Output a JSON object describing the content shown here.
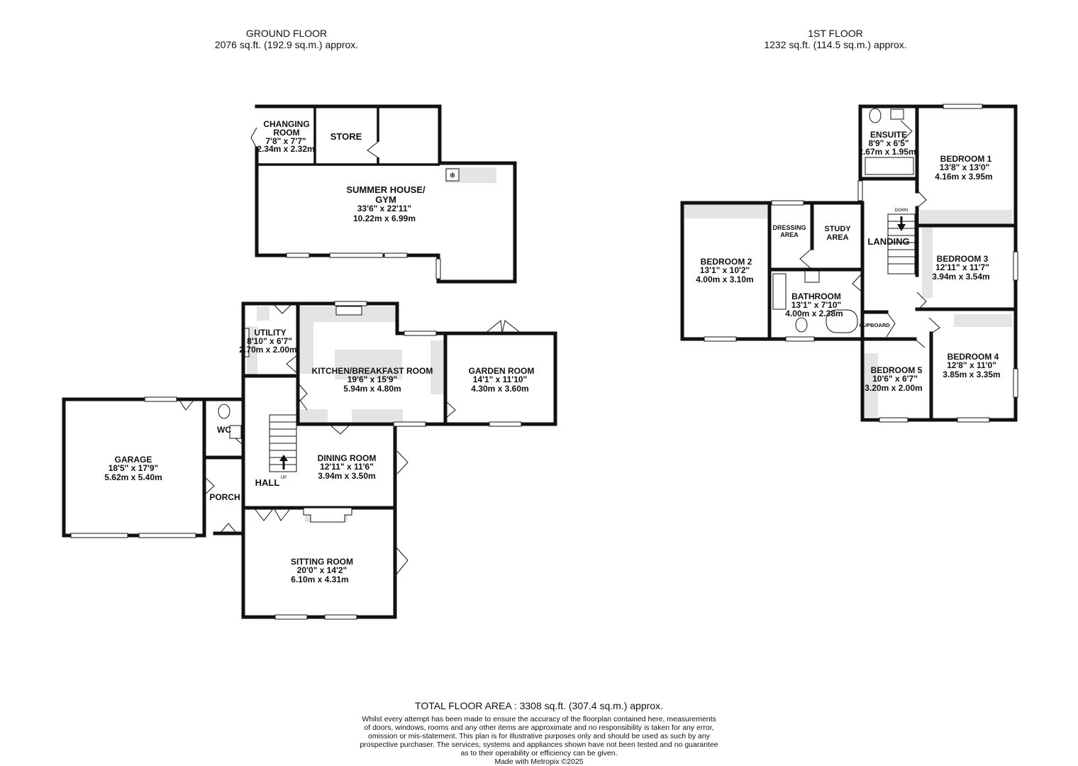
{
  "ground": {
    "title": "GROUND FLOOR",
    "area": "2076 sq.ft. (192.9 sq.m.) approx.",
    "rooms": [
      {
        "name": "CHANGING",
        "name2": "ROOM",
        "imperial": "7'8\"  x 7'7\"",
        "metric": "2.34m  x 2.32m"
      },
      {
        "name": "STORE"
      },
      {
        "name": "SUMMER HOUSE/",
        "name2": "GYM",
        "imperial": "33'6\"  x 22'11\"",
        "metric": "10.22m  x 6.99m"
      },
      {
        "name": "UTILITY",
        "imperial": "8'10\"  x 6'7\"",
        "metric": "2.70m  x 2.00m"
      },
      {
        "name": "KITCHEN/BREAKFAST ROOM",
        "imperial": "19'6\"  x 15'9\"",
        "metric": "5.94m  x 4.80m"
      },
      {
        "name": "GARDEN ROOM",
        "imperial": "14'1\"  x 11'10\"",
        "metric": "4.30m  x 3.60m"
      },
      {
        "name": "WC"
      },
      {
        "name": "GARAGE",
        "imperial": "18'5\"  x 17'9\"",
        "metric": "5.62m  x 5.40m"
      },
      {
        "name": "DINING ROOM",
        "imperial": "12'11\"  x 11'6\"",
        "metric": "3.94m  x 3.50m"
      },
      {
        "name": "HALL"
      },
      {
        "name": "PORCH"
      },
      {
        "name": "SITTING ROOM",
        "imperial": "20'0\"  x 14'2\"",
        "metric": "6.10m  x 4.31m"
      }
    ],
    "stair_label": "UP"
  },
  "first": {
    "title": "1ST FLOOR",
    "area": "1232 sq.ft. (114.5 sq.m.) approx.",
    "rooms": [
      {
        "name": "ENSUITE",
        "imperial": "8'9\"  x 6'5\"",
        "metric": "2.67m  x 1.95m"
      },
      {
        "name": "BEDROOM 1",
        "imperial": "13'8\"  x 13'0\"",
        "metric": "4.16m  x 3.95m"
      },
      {
        "name": "BEDROOM 2",
        "imperial": "13'1\"  x 10'2\"",
        "metric": "4.00m  x 3.10m"
      },
      {
        "name": "DRESSING",
        "name2": "AREA"
      },
      {
        "name": "STUDY",
        "name2": "AREA"
      },
      {
        "name": "LANDING"
      },
      {
        "name": "BEDROOM 3",
        "imperial": "12'11\"  x 11'7\"",
        "metric": "3.94m  x 3.54m"
      },
      {
        "name": "BATHROOM",
        "imperial": "13'1\"  x 7'10\"",
        "metric": "4.00m  x 2.38m"
      },
      {
        "name": "CUPBOARD"
      },
      {
        "name": "BEDROOM 4",
        "imperial": "12'8\"  x 11'0\"",
        "metric": "3.85m  x 3.35m"
      },
      {
        "name": "BEDROOM 5",
        "imperial": "10'6\"  x 6'7\"",
        "metric": "3.20m  x 2.00m"
      }
    ],
    "stair_label": "DOWN"
  },
  "total": "TOTAL FLOOR AREA : 3308 sq.ft. (307.4 sq.m.) approx.",
  "disclaimer": [
    "Whilst every attempt has been made to ensure the accuracy of the floorplan contained here, measurements",
    "of doors, windows, rooms and any other items are approximate and no responsibility is taken for any error,",
    "omission or mis-statement. This plan is for illustrative purposes only and should be used as such by any",
    "prospective purchaser. The services, systems and appliances shown have not been tested and no guarantee",
    "as to their operability or efficiency can be given.",
    "Made with Metropix ©2025"
  ]
}
